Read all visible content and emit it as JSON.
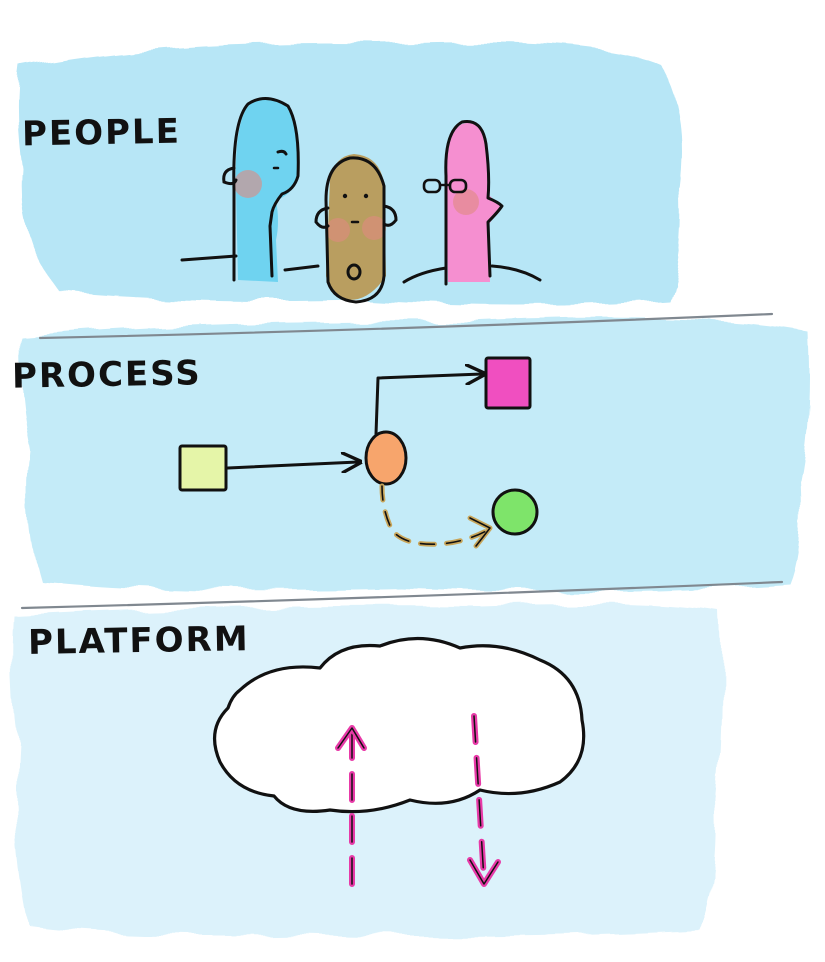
{
  "sections": {
    "people": {
      "label": "PEOPLE"
    },
    "process": {
      "label": "PROCESS"
    },
    "platform": {
      "label": "PLATFORM"
    }
  },
  "colors": {
    "wash_strong": "#b7e6f6",
    "wash_light": "#d9f1fb",
    "ink": "#111111",
    "divider": "#808890",
    "person_blue": "#6fd3f0",
    "person_olive": "#b99e60",
    "person_pink": "#f58fd0",
    "cheek": "#e08b80",
    "step_square": "#e5f5a8",
    "step_circle": "#f7a56c",
    "step_target": "#f04fc0",
    "step_green": "#7ee46a",
    "dashed_path": "#c8a55a",
    "arrow_pink": "#e83aa8"
  }
}
